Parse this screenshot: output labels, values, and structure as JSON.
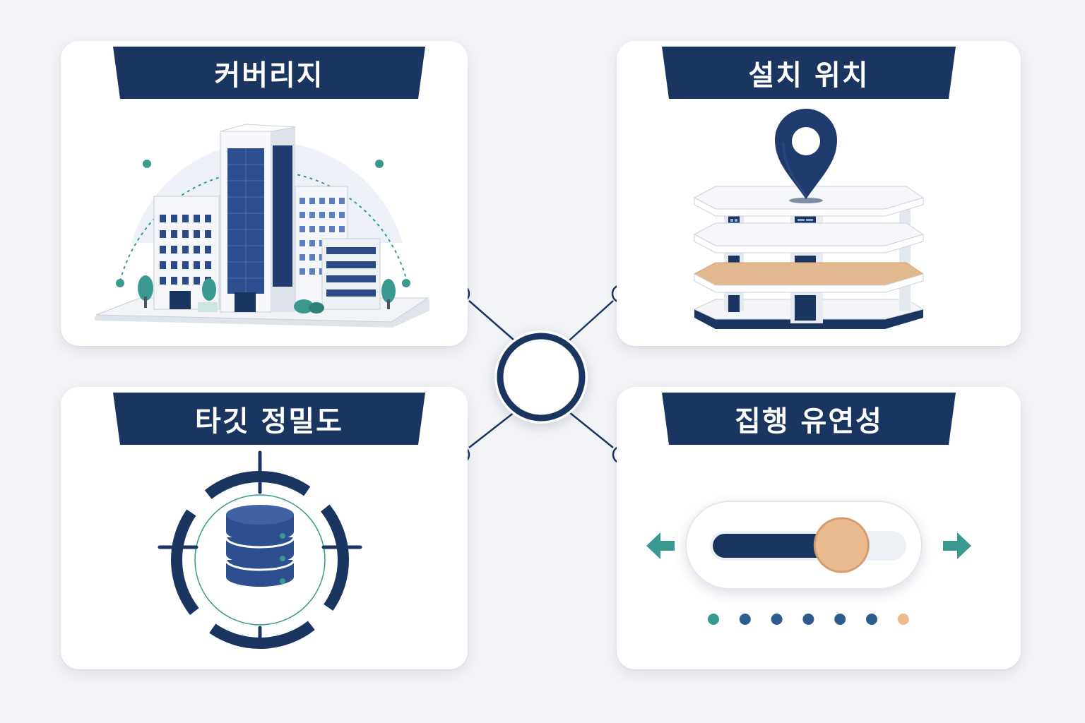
{
  "cards": {
    "coverage": {
      "title": "커버리지"
    },
    "location": {
      "title": "설치 위치"
    },
    "precision": {
      "title": "타깃 정밀도"
    },
    "flexibility": {
      "title": "집행 유연성"
    }
  },
  "colors": {
    "navy": "#1b3561",
    "teal": "#3a9a8f",
    "peach": "#e9bb8f",
    "card": "#ffffff",
    "background": "#f3f4f7"
  },
  "icons": [
    "buildings-icon",
    "location-pin-icon",
    "floors-stack-icon",
    "target-database-icon",
    "slider-toggle-icon",
    "arrow-left-icon",
    "arrow-right-icon"
  ],
  "slider": {
    "level": 0.72
  },
  "pagination": {
    "count": 7,
    "active_index": 6
  }
}
